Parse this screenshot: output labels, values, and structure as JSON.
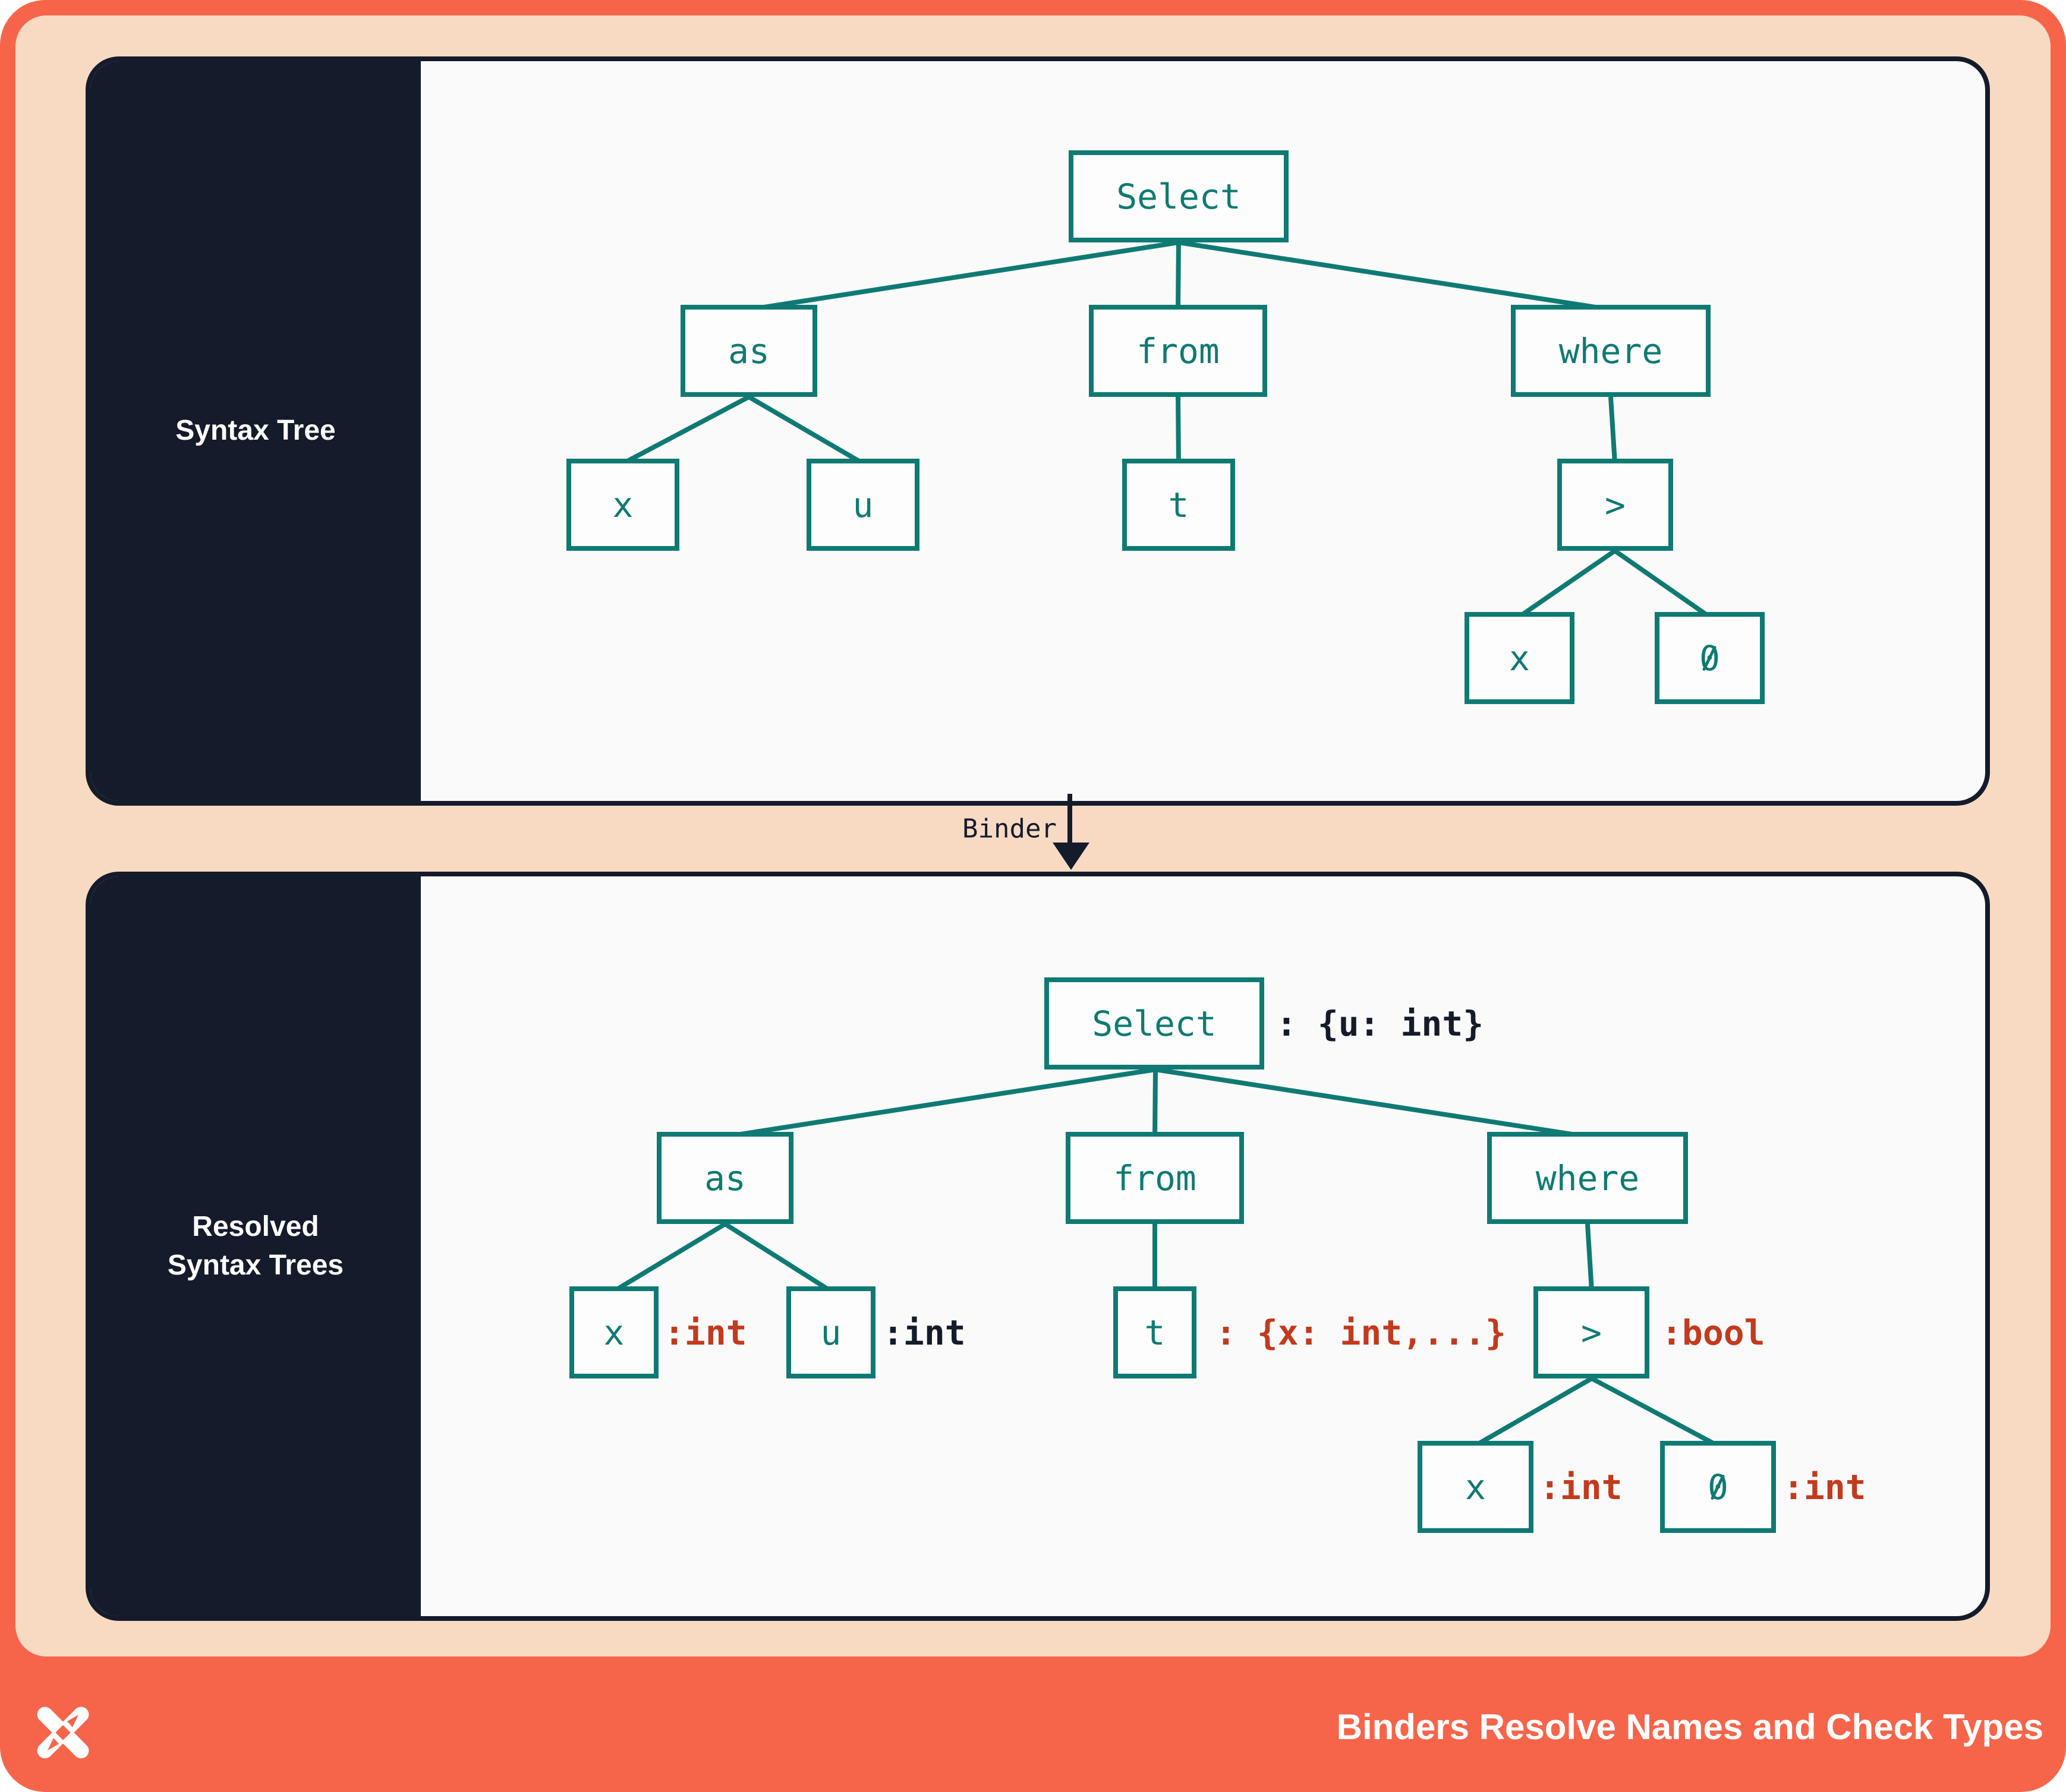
{
  "colors": {
    "orange": "#F6654A",
    "peach": "#F8DAC2",
    "navy": "#141B2B",
    "panel": "#FAFAFB",
    "teal": "#0F7A73",
    "red": "#C33A1D",
    "white": "#FFFFFF"
  },
  "top_panel": {
    "sidebar_label": "Syntax Tree",
    "nodes": {
      "select": "Select",
      "as": "as",
      "from": "from",
      "where": "where",
      "x": "x",
      "u": "u",
      "t": "t",
      "gt": ">",
      "x2": "x",
      "zero": "0"
    }
  },
  "binder": {
    "label": "Binder"
  },
  "bottom_panel": {
    "sidebar_label": [
      "Resolved",
      "Syntax Trees"
    ],
    "nodes": {
      "select": "Select",
      "as": "as",
      "from": "from",
      "where": "where",
      "x": "x",
      "u": "u",
      "t": "t",
      "gt": ">",
      "x2": "x",
      "zero": "0"
    },
    "annotations": {
      "select": ": {u: int}",
      "x": ":int",
      "u": ":int",
      "t": ": {x: int,...}",
      "gt": ":bool",
      "x2": ":int",
      "zero": ":int"
    }
  },
  "footer": {
    "title": "Binders Resolve Names and Check Types",
    "logo": "x-star-logo"
  }
}
